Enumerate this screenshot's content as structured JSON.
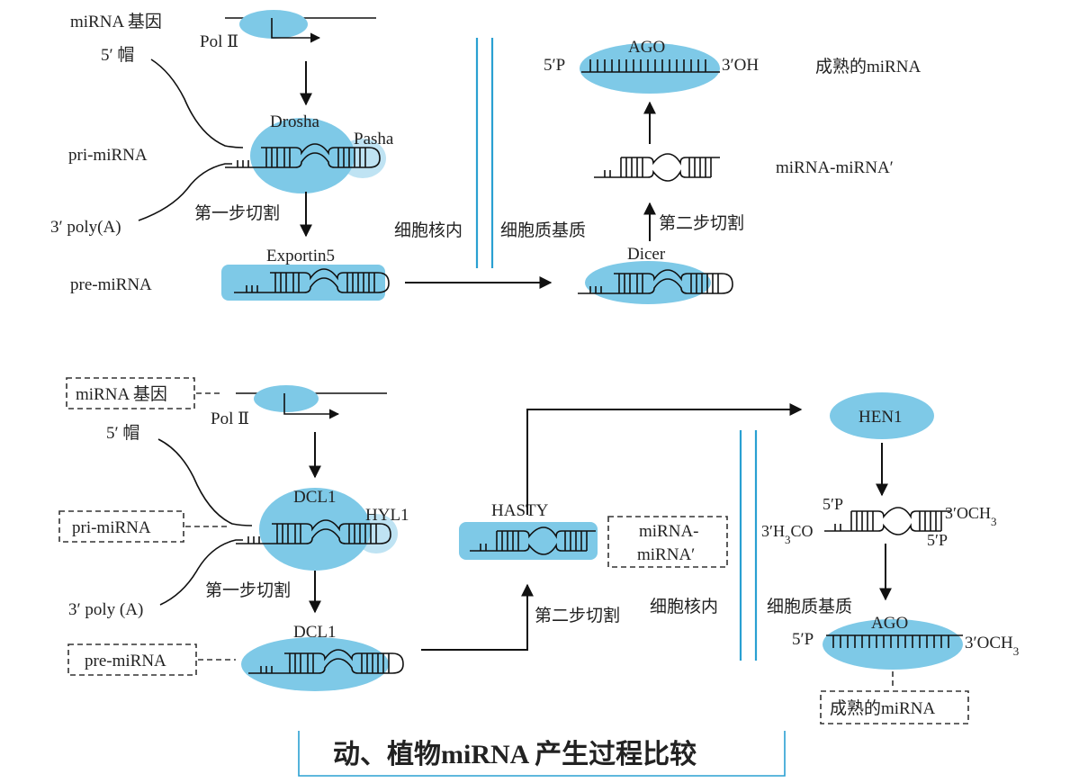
{
  "caption": "动、植物miRNA 产生过程比较",
  "animal": {
    "gene": "miRNA 基因",
    "pol": "Pol Ⅱ",
    "cap5": "5′ 帽",
    "drosha": "Drosha",
    "pasha": "Pasha",
    "pri": "pri-miRNA",
    "polyA": "3′ poly(A)",
    "cut1": "第一步切割",
    "exportin": "Exportin5",
    "pre": "pre-miRNA",
    "nucleus": "细胞核内",
    "cytoplasm": "细胞质基质",
    "dicer": "Dicer",
    "cut2": "第二步切割",
    "duplex": "miRNA-miRNA′",
    "ago": "AGO",
    "p5": "5′P",
    "oh3": "3′OH",
    "mature": "成熟的miRNA"
  },
  "plant": {
    "gene": "miRNA 基因",
    "pol": "Pol Ⅱ",
    "cap5": "5′ 帽",
    "dcl1a": "DCL1",
    "hyl1": "HYL1",
    "pri": "pri-miRNA",
    "polyA": "3′ poly (A)",
    "cut1": "第一步切割",
    "dcl1b": "DCL1",
    "pre": "pre-miRNA",
    "hasty": "HASTY",
    "duplex_l1": "miRNA-",
    "duplex_l2": "miRNA′",
    "cut2": "第二步切割",
    "nucleus": "细胞核内",
    "hen1": "HEN1",
    "p5a": "5′P",
    "och3a": "3′OCH",
    "h3co": "3′H",
    "h3co_tail": "CO",
    "sub3": "3",
    "p5b": "5′P",
    "cytoplasm": "细胞质基质",
    "ago": "AGO",
    "p5c": "5′P",
    "och3b": "3′OCH",
    "mature": "成熟的miRNA"
  }
}
